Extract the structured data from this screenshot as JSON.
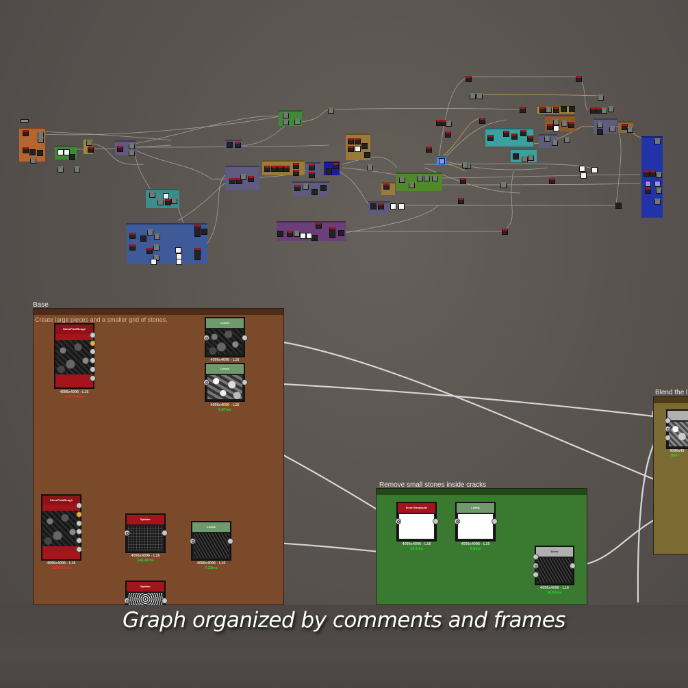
{
  "caption": "Graph organized by comments and frames",
  "colors": {
    "background": "#5a5450",
    "frame_base": "#7a4a2b",
    "frame_remove": "#3a7a30",
    "frame_blend": "#7b6a32",
    "header_red": "#a3151b",
    "header_green": "#6e9a6e",
    "header_gray": "#b0b0b0",
    "time_green": "#22dd22",
    "time_red": "#ff2a1a",
    "wire": "#cfcfcf",
    "wire_orange": "#d9a050"
  },
  "frames": {
    "base": {
      "title": "Base",
      "comment": "Create large pieces and a smaller grid of stones."
    },
    "remove": {
      "title": "Remove small stones inside cracks"
    },
    "blend": {
      "title": "Blend the l"
    }
  },
  "nodes": [
    {
      "id": "stone1",
      "title": "StoneFieldRough",
      "resolution": "4096x4096 - L16",
      "time": "12577.6ms",
      "time_status": "slow"
    },
    {
      "id": "levels1",
      "title": "Levels",
      "resolution": "4096x4096 - L16",
      "time": ""
    },
    {
      "id": "levels2",
      "title": "Levels",
      "resolution": "4096x4096 - L16",
      "time": "6.97ms",
      "time_status": "ok"
    },
    {
      "id": "stone2",
      "title": "StoneFieldRough",
      "resolution": "4096x4096 - L16",
      "time": "12200.1ms",
      "time_status": "slow"
    },
    {
      "id": "splatter1",
      "title": "Splatter",
      "resolution": "4096x4096 - L16",
      "time": "146.46ms",
      "time_status": "ok"
    },
    {
      "id": "levels3",
      "title": "Levels",
      "resolution": "4096x4096 - L16",
      "time": "7.33ms",
      "time_status": "ok"
    },
    {
      "id": "splatter2",
      "title": "Splatter",
      "resolution": "",
      "time": ""
    },
    {
      "id": "invert",
      "title": "Invert Grayscale",
      "resolution": "4096x4096 - L16",
      "time": "13.1ms",
      "time_status": "ok"
    },
    {
      "id": "levels4",
      "title": "Levels",
      "resolution": "4096x4096 - L16",
      "time": "6.8ms",
      "time_status": "ok"
    },
    {
      "id": "blend1",
      "title": "Blend",
      "resolution": "4096x4096 - L16",
      "time": "36.65ms",
      "time_status": "ok"
    },
    {
      "id": "blend2",
      "title": "Blend",
      "resolution": "4096x40",
      "time": "89m",
      "time_status": "ok"
    }
  ],
  "overview": {
    "frames": [
      {
        "color": "#b5662e"
      },
      {
        "color": "#3f8a36"
      },
      {
        "color": "#9c8a38"
      },
      {
        "color": "#5e5a80"
      },
      {
        "color": "#3a8e8e"
      },
      {
        "color": "#3e5a98"
      },
      {
        "color": "#3f8a36"
      },
      {
        "color": "#5e5a80"
      },
      {
        "color": "#5e5a80"
      },
      {
        "color": "#9a7a3a"
      },
      {
        "color": "#5e5a80"
      },
      {
        "color": "#1a1aa8"
      },
      {
        "color": "#5e5a80"
      },
      {
        "color": "#9a7a3a"
      },
      {
        "color": "#9a7a3a"
      },
      {
        "color": "#5e5a80"
      },
      {
        "color": "#6a3f7a"
      },
      {
        "color": "#4f8a2a"
      },
      {
        "color": "#3aa0a0"
      },
      {
        "color": "#3aa0a0"
      },
      {
        "color": "#5e5a80"
      },
      {
        "color": "#a88a30"
      },
      {
        "color": "#8a5a30"
      },
      {
        "color": "#5e5a80"
      },
      {
        "color": "#8a6a3a"
      },
      {
        "color": "#2233aa"
      },
      {
        "color": "#2a9ae0"
      }
    ]
  }
}
